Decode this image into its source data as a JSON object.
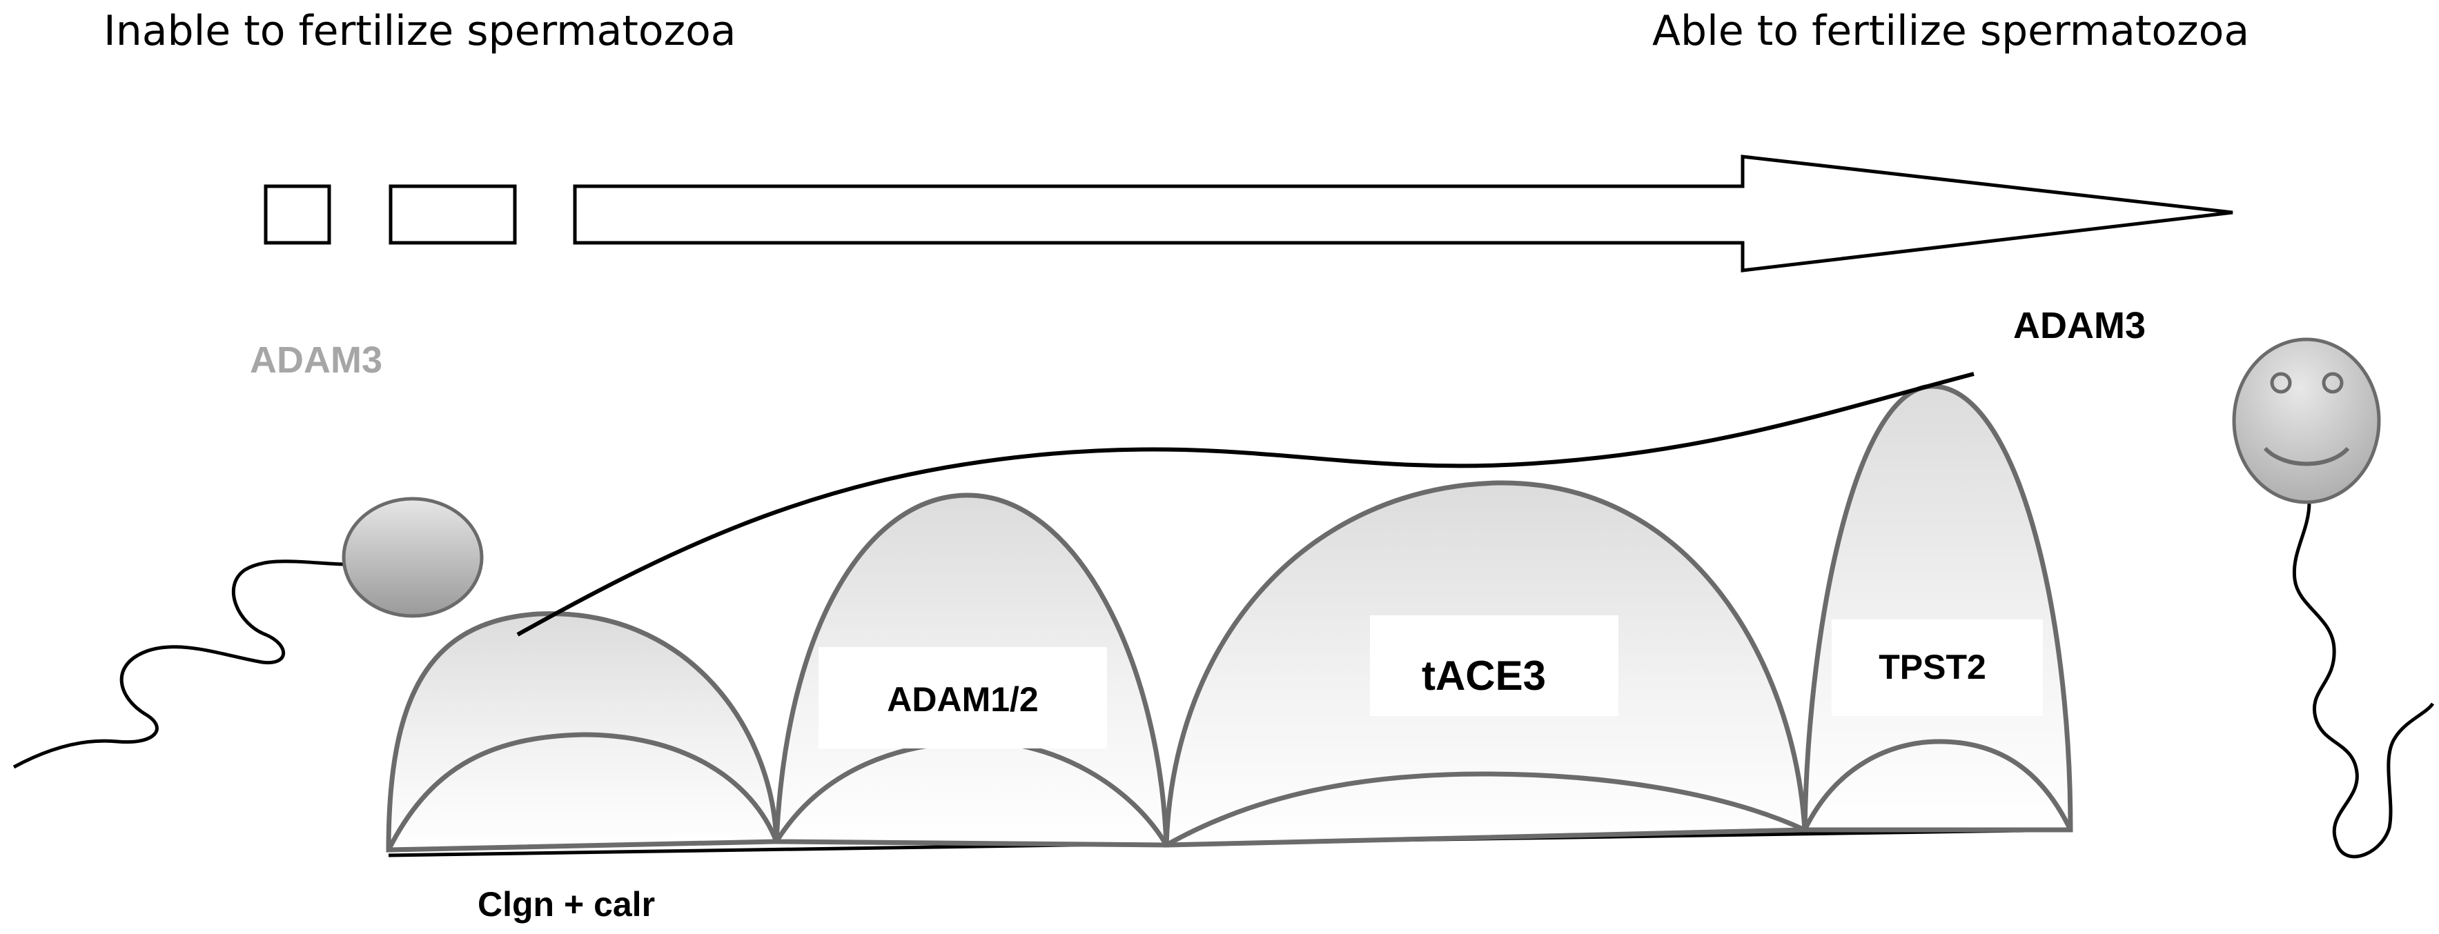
{
  "headings": {
    "left": "Inable to fertilize spermatozoa",
    "right": "Able to fertilize spermatozoa"
  },
  "labels": {
    "adam3_inactive": "ADAM3",
    "adam3_active": "ADAM3",
    "clgn_calr": "Clgn + calr"
  },
  "factors": [
    {
      "label": "ADAM1/2"
    },
    {
      "label": "tACE3"
    },
    {
      "label": "TPST2"
    }
  ],
  "colors": {
    "stroke": "#000000",
    "arch_stroke": "#6b6b6b",
    "arch_fill_top": "#e8e8e8",
    "arch_fill_bottom": "#ffffff",
    "faded_text": "#a6a6a6",
    "sperm_head_top": "#cfcfcf",
    "sperm_head_bottom": "#9a9a9a"
  },
  "icons": {
    "immature_sperm": "sperm-oval-head-icon",
    "mature_sperm": "smiley-sperm-icon"
  }
}
